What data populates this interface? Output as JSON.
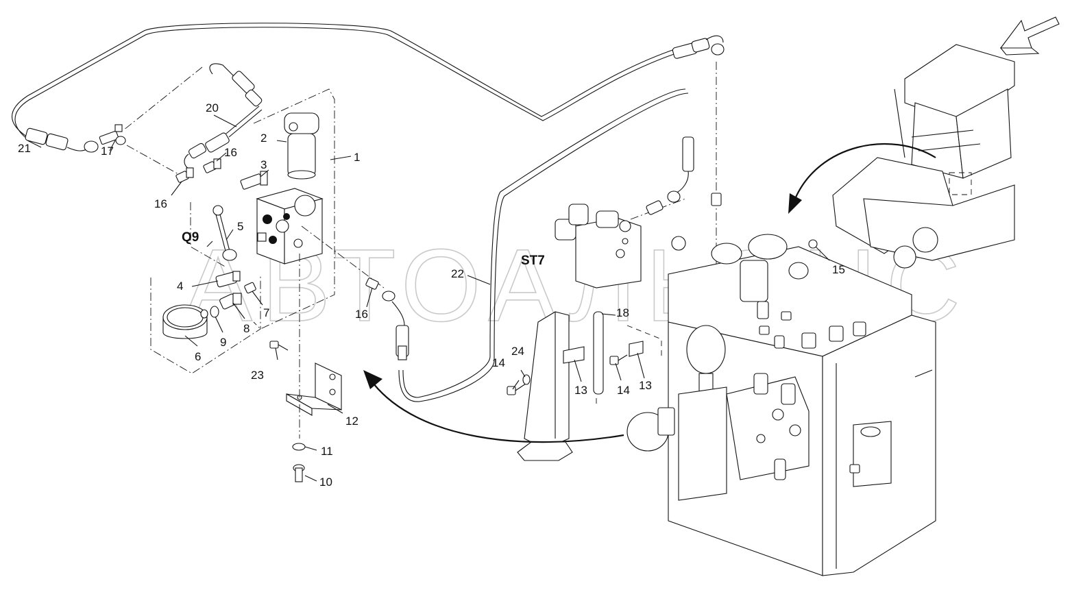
{
  "watermark": "АВТОАЛЬЯНС",
  "labels": {
    "n1": "1",
    "n2": "2",
    "n3": "3",
    "n4": "4",
    "n5": "5",
    "n6": "6",
    "n7": "7",
    "n8": "8",
    "n9": "9",
    "n10": "10",
    "n11": "11",
    "n12": "12",
    "n13a": "13",
    "n13b": "13",
    "n14a": "14",
    "n14b": "14",
    "n15": "15",
    "n16a": "16",
    "n16b": "16",
    "n16c": "16",
    "n17": "17",
    "n18": "18",
    "n20": "20",
    "n21": "21",
    "n22": "22",
    "n23": "23",
    "n24": "24",
    "q9": "Q9",
    "st7": "ST7"
  }
}
